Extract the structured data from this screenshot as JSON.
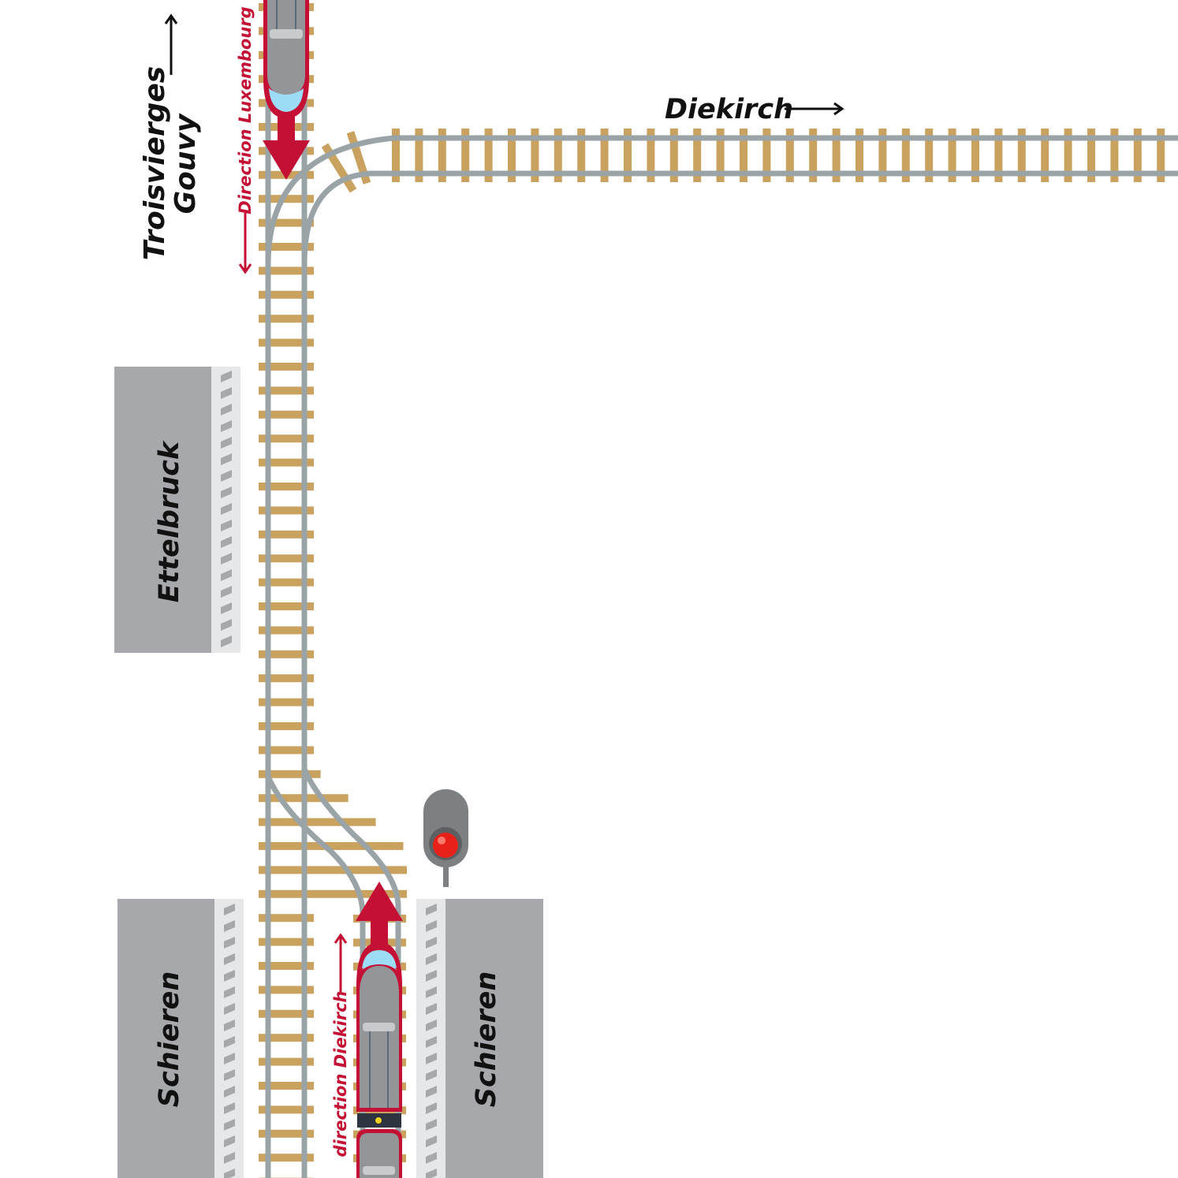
{
  "labels": {
    "troisvierges": "Troisvierges",
    "gouvy": "Gouvy",
    "direction_luxembourg": "Direction Luxembourg",
    "diekirch": "Diekirch",
    "ettelbruck": "Ettelbruck",
    "schieren_left": "Schieren",
    "schieren_right": "Schieren",
    "direction_diekirch": "direction Diekirch"
  },
  "colors": {
    "tie": "#c9a25f",
    "rail": "#9aa3a6",
    "platform": "#a7a8ab",
    "platform_edge": "#e6e7e8",
    "train_red": "#c41034",
    "train_body": "#939598",
    "window": "#9ddcf7",
    "signal_body": "#7c8083",
    "signal_light": "#e8221a",
    "text_dark": "#111111"
  },
  "signal": {
    "state": "red"
  }
}
